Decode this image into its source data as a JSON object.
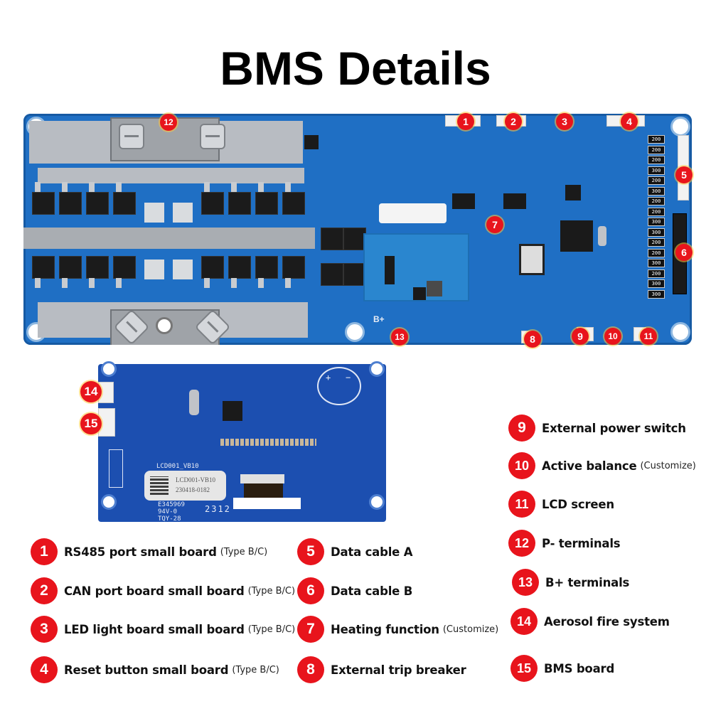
{
  "title": "BMS Details",
  "colors": {
    "marker": "#e8141c",
    "board_blue": "#1f6fc4",
    "lcd_blue": "#1c4fb0"
  },
  "board": {
    "resistor_values": [
      "200",
      "200",
      "200",
      "300",
      "200",
      "300",
      "200",
      "200",
      "300",
      "300",
      "200",
      "200",
      "300",
      "200",
      "300",
      "300"
    ],
    "plus_label": "B+"
  },
  "lcd_board": {
    "silk_model": "LCD001_VB10",
    "label_line1": "LCD001-VB10",
    "label_line2": "230418-0182",
    "cert_line1": "E345969",
    "cert_line2": "94V-0",
    "cert_line3": "TQY-28",
    "date_code": "2312"
  },
  "markers": [
    "1",
    "2",
    "3",
    "4",
    "5",
    "6",
    "7",
    "8",
    "9",
    "10",
    "11",
    "12",
    "13",
    "14",
    "15"
  ],
  "legend": [
    {
      "num": "1",
      "label": "RS485 port small board",
      "note": "(Type B/C)"
    },
    {
      "num": "2",
      "label": "CAN port board small board",
      "note": "(Type B/C)"
    },
    {
      "num": "3",
      "label": "LED light board  small board",
      "note": "(Type B/C)"
    },
    {
      "num": "4",
      "label": "Reset button  small board",
      "note": "(Type B/C)"
    },
    {
      "num": "5",
      "label": "Data cable A",
      "note": ""
    },
    {
      "num": "6",
      "label": "Data cable B",
      "note": ""
    },
    {
      "num": "7",
      "label": "Heating function",
      "note": "(Customize)"
    },
    {
      "num": "8",
      "label": "External trip breaker",
      "note": ""
    },
    {
      "num": "9",
      "label": "External power switch",
      "note": ""
    },
    {
      "num": "10",
      "label": "Active balance",
      "note": "(Customize)"
    },
    {
      "num": "11",
      "label": "LCD screen",
      "note": ""
    },
    {
      "num": "12",
      "label": "P- terminals",
      "note": ""
    },
    {
      "num": "13",
      "label": "B+ terminals",
      "note": ""
    },
    {
      "num": "14",
      "label": "Aerosol fire system",
      "note": ""
    },
    {
      "num": "15",
      "label": "BMS board",
      "note": ""
    }
  ]
}
